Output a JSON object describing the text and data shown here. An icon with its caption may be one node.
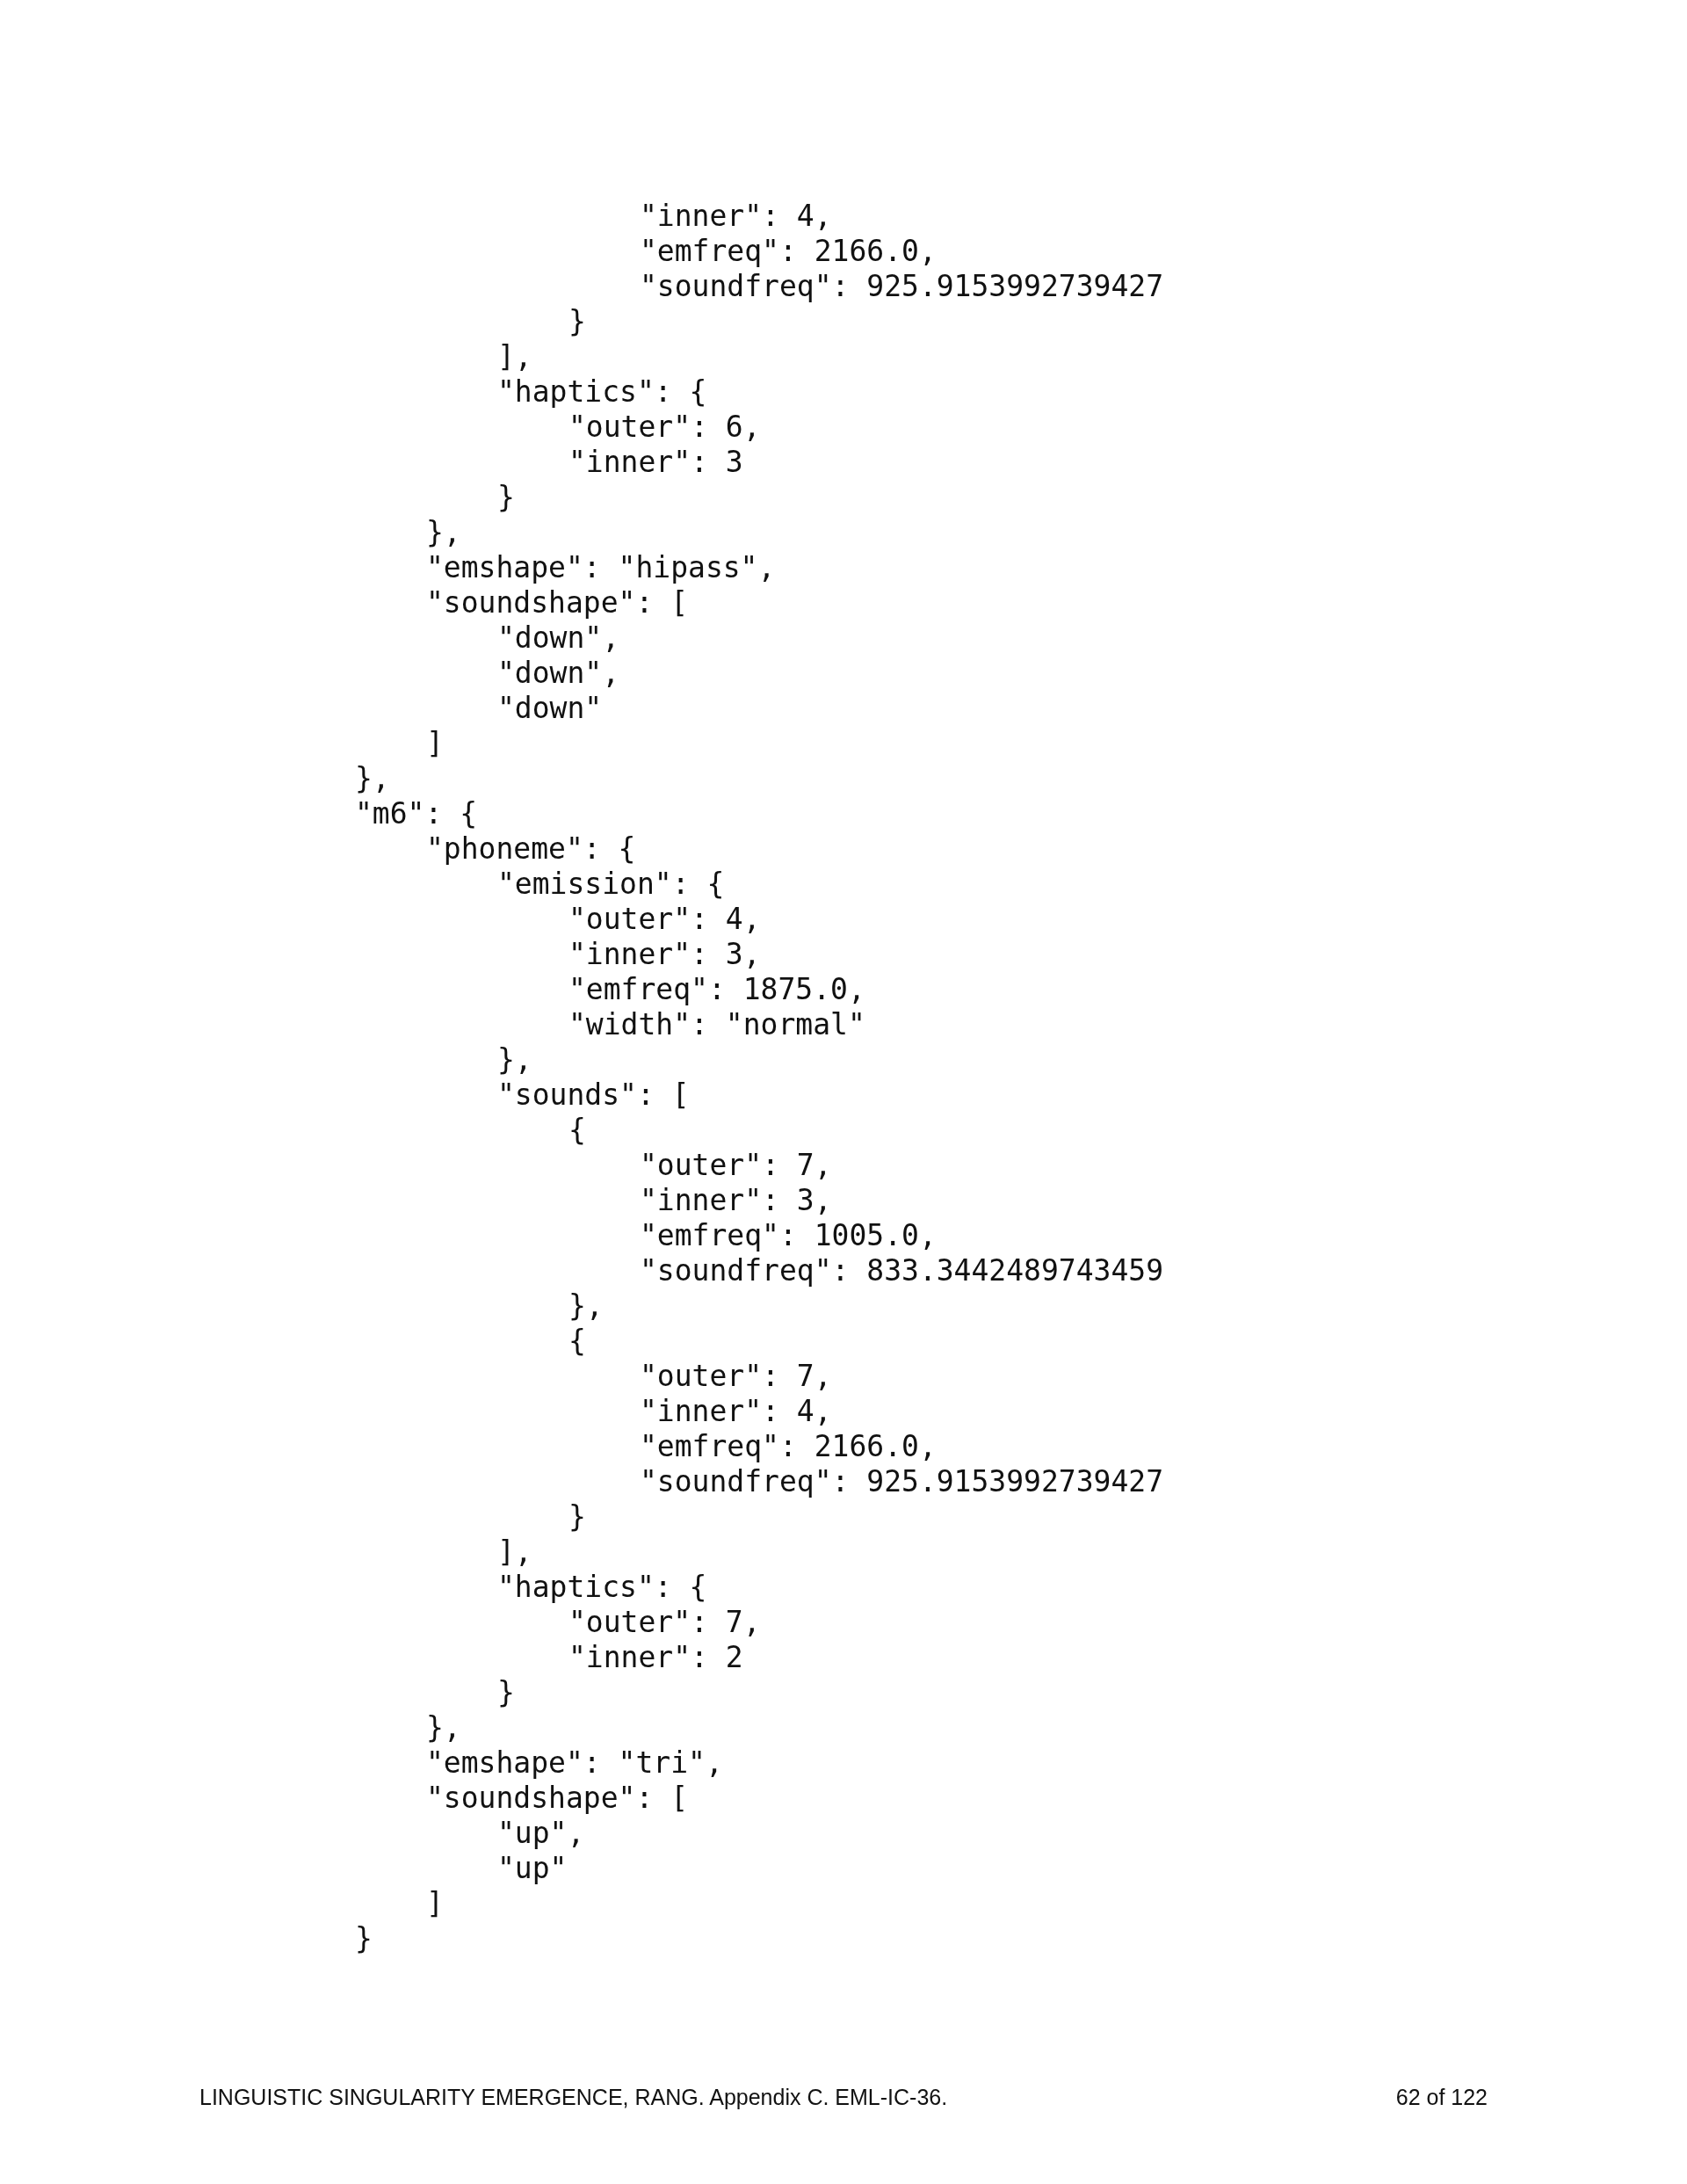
{
  "diagram": {
    "labels": [
      "\"inner\": 4,",
      "\"emfreq\": 2166.0,",
      "\"soundfreq\": 925.9153992739427",
      "}",
      "],",
      "\"haptics\": {",
      "\"outer\": 6,",
      "\"inner\": 3",
      "}",
      "},",
      "\"emshape\": \"hipass\",",
      "\"soundshape\": [",
      "\"down\",",
      "\"down\",",
      "\"down\"",
      "]",
      "},",
      "\"m6\": {",
      "\"phoneme\": {",
      "\"emission\": {",
      "\"outer\": 4,",
      "\"inner\": 3,",
      "\"emfreq\": 1875.0,",
      "\"width\": \"normal\"",
      "},",
      "\"sounds\": [",
      "{",
      "\"outer\": 7,",
      "\"inner\": 3,",
      "\"emfreq\": 1005.0,",
      "\"soundfreq\": 833.3442489743459",
      "},",
      "{",
      "\"outer\": 7,",
      "\"inner\": 4,",
      "\"emfreq\": 2166.0,",
      "\"soundfreq\": 925.9153992739427",
      "}",
      "],",
      "\"haptics\": {",
      "\"outer\": 7,",
      "\"inner\": 2",
      "}",
      "},",
      "\"emshape\": \"tri\",",
      "\"soundshape\": [",
      "\"up\",",
      "\"up\"",
      "]",
      "}",
      "LINGUISTIC SINGULARITY EMERGENCE, RANG. Appendix C. EML-IC-36.",
      "62 of 122"
    ]
  }
}
